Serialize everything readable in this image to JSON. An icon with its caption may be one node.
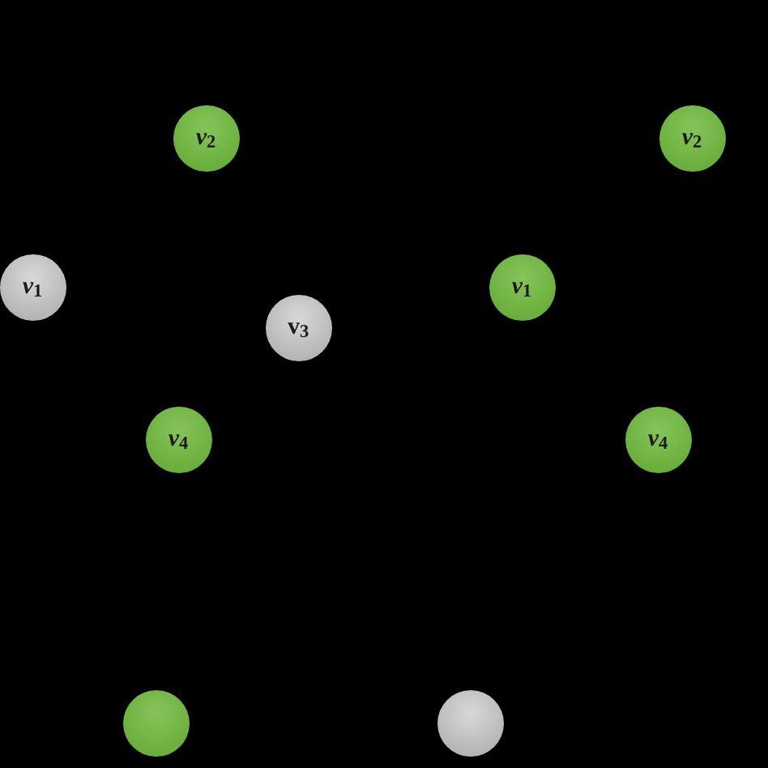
{
  "diagram": {
    "nodes": [
      {
        "text": [
          "*v*$_{2}$"
        ]
      },
      {
        "text": [
          "*v*$_{2}$"
        ]
      },
      {
        "text": [
          "*v*$_{1}$"
        ]
      },
      {
        "text": [
          "*v*$_{1}$"
        ]
      },
      {
        "text": [
          "v$_{3}$"
        ]
      },
      {
        "text": [
          "*v*$_{4}$"
        ]
      },
      {
        "text": [
          "*v*$_{4}$"
        ]
      },
      {
        "text": [],
        "shape": "circle"
      },
      {
        "text": [],
        "shape": "circle"
      }
    ]
  }
}
